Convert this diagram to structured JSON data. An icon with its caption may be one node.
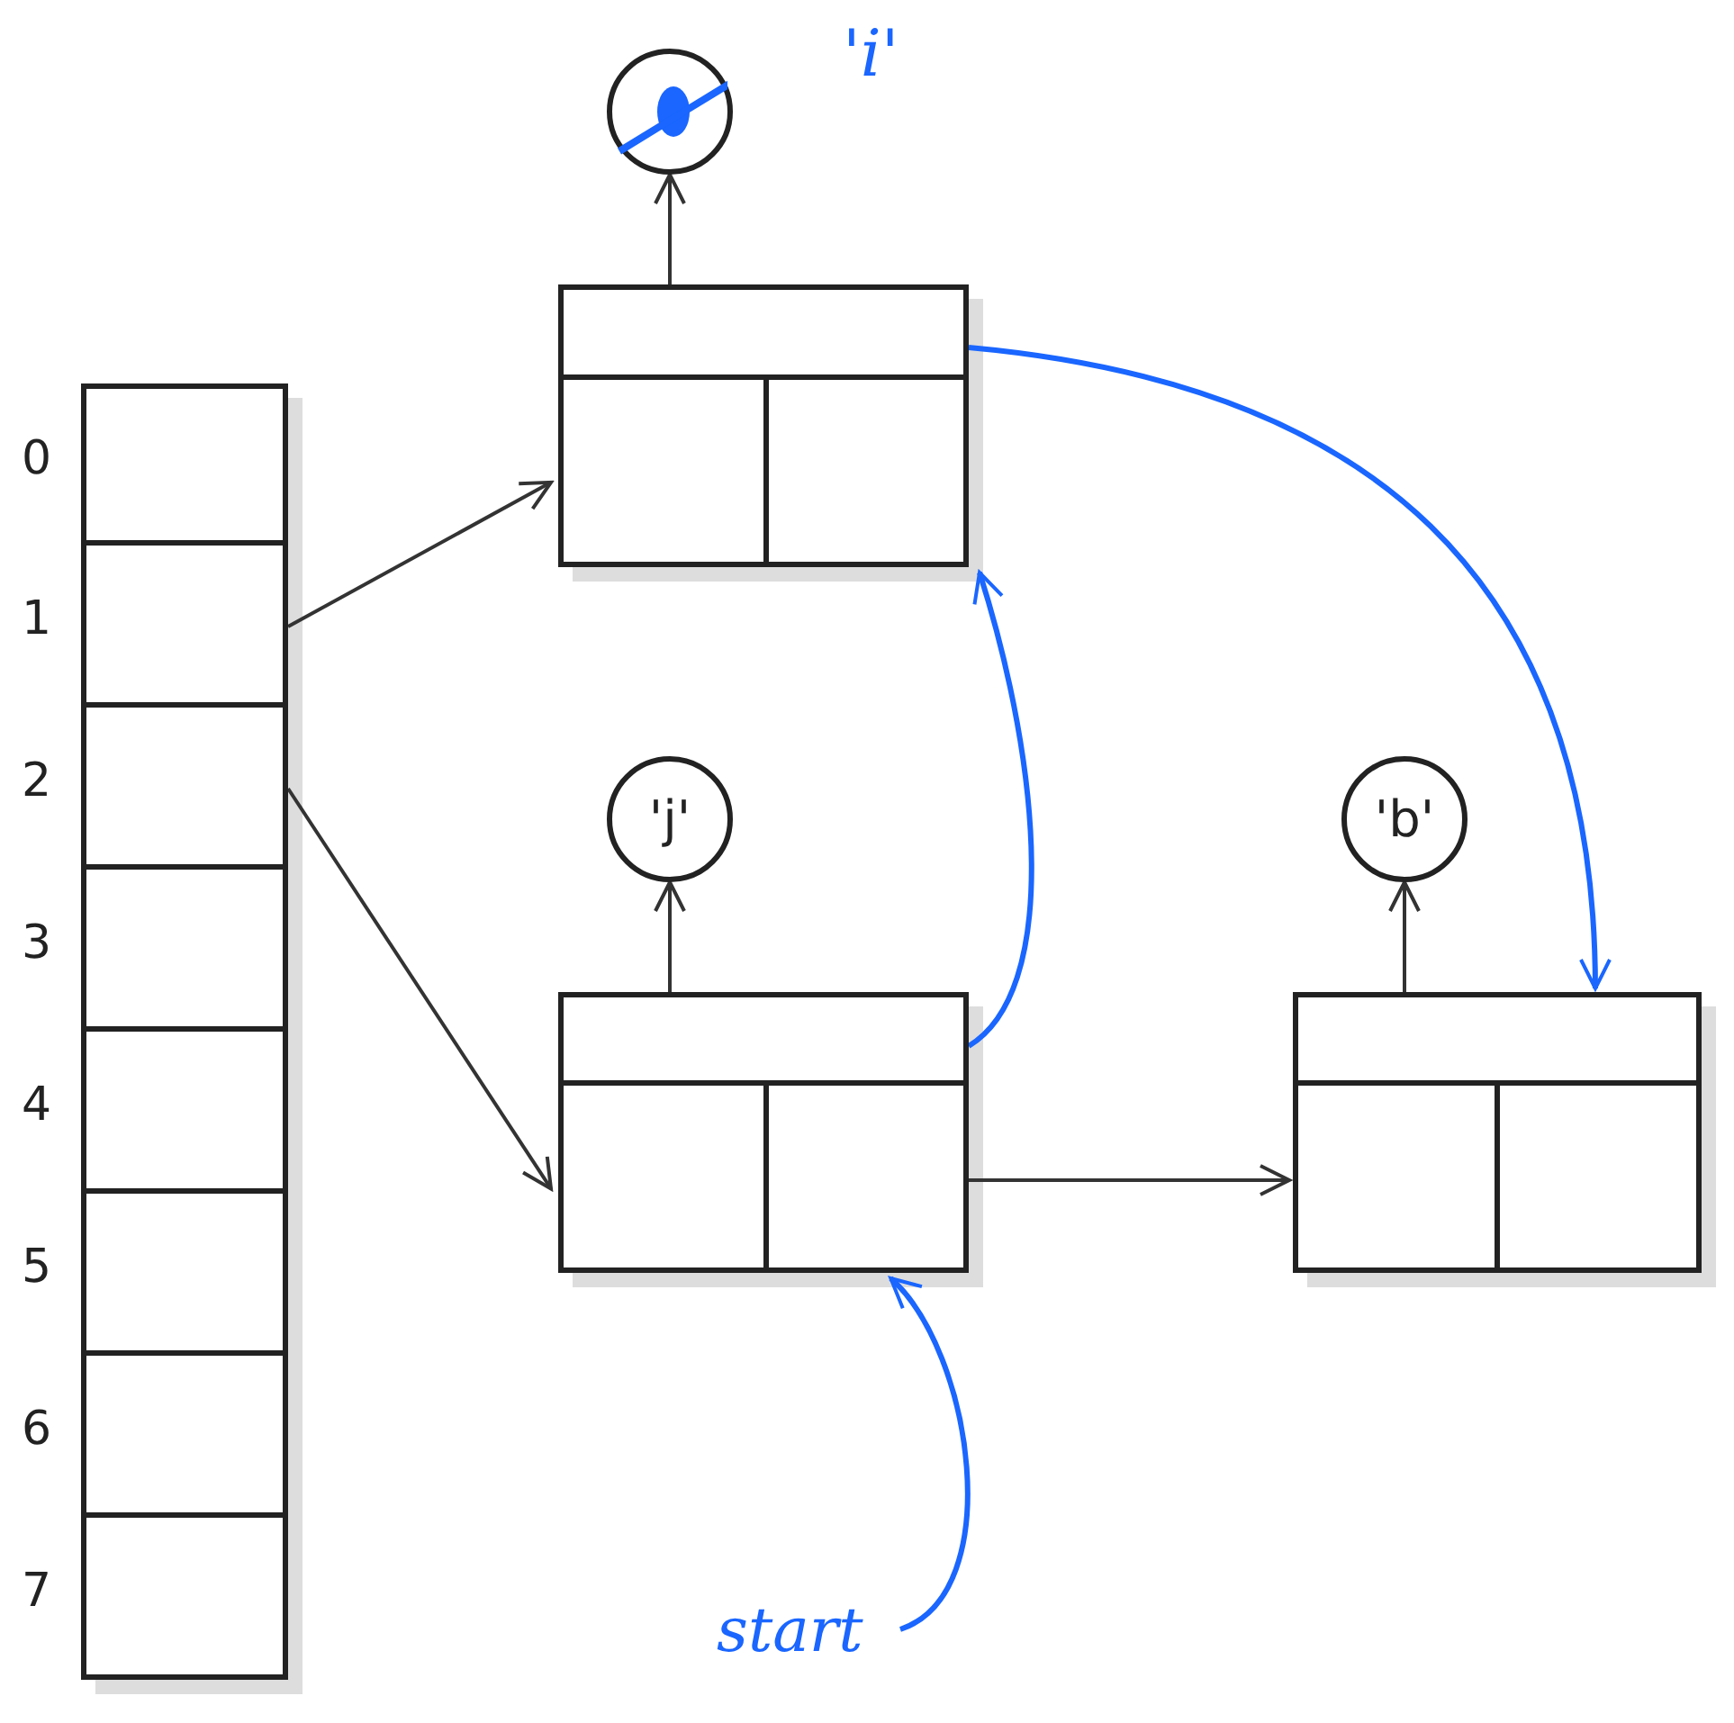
{
  "diagram": {
    "nodes": [
      {
        "text": [],
        "shape": "box",
        "beside": [
          "0"
        ]
      },
      {
        "text": [],
        "shape": "box",
        "beside": [
          "1"
        ]
      },
      {
        "text": [],
        "shape": "box",
        "beside": [
          "2"
        ]
      },
      {
        "text": [],
        "shape": "box",
        "beside": [
          "3"
        ]
      },
      {
        "text": [],
        "shape": "box",
        "beside": [
          "4"
        ]
      },
      {
        "text": [],
        "shape": "box",
        "beside": [
          "5"
        ]
      },
      {
        "text": [],
        "shape": "box",
        "beside": [
          "6"
        ]
      },
      {
        "text": [],
        "shape": "box",
        "beside": [
          "7"
        ]
      },
      {
        "text": [],
        "shape": "box"
      },
      {
        "text": [],
        "shape": "box"
      },
      {
        "text": [],
        "shape": "box"
      },
      {
        "text": [],
        "shape": "circle"
      },
      {
        "text": [
          "'j'"
        ]
      },
      {
        "text": [
          "'b'"
        ]
      },
      {
        "text": [
          "start"
        ]
      }
    ],
    "edges": [
      {
        "from": 1,
        "to": 8,
        "arrow": "to"
      },
      {
        "from": 2,
        "to": 9,
        "arrow": "to"
      },
      {
        "from": 8,
        "to": 11,
        "arrow": "to"
      },
      {
        "from": 9,
        "to": 12,
        "arrow": "to"
      },
      {
        "from": 10,
        "to": 13,
        "arrow": "to"
      },
      {
        "from": 9,
        "to": 10,
        "arrow": "to"
      },
      {
        "from": 8,
        "to": 10,
        "arrow": "to",
        "color": "#1a66ff"
      },
      {
        "from": 9,
        "to": 8,
        "arrow": "to",
        "color": "#1a66ff"
      },
      {
        "from": 14,
        "to": 9,
        "arrow": "to",
        "color": "#1a66ff"
      }
    ],
    "labels": [
      "'i'"
    ]
  }
}
